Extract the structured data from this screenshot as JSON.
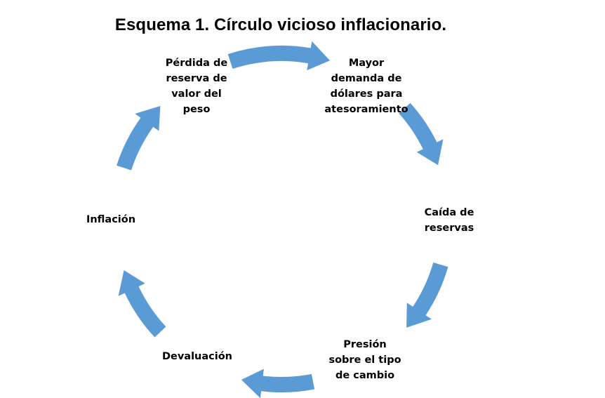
{
  "title": "Esquema 1. Círculo vicioso inflacionario.",
  "accent_color": "#5B9BD5",
  "nodes": [
    {
      "id": "perdida",
      "label": "Pérdida de\nreserva de\nvalor del\npeso"
    },
    {
      "id": "demanda",
      "label": "Mayor\ndemanda de\ndólares para\natesoramiento"
    },
    {
      "id": "caida",
      "label": "Caída de\nreservas"
    },
    {
      "id": "presion",
      "label": "Presión\nsobre el tipo\nde cambio"
    },
    {
      "id": "devaluacion",
      "label": "Devaluación"
    },
    {
      "id": "inflacion",
      "label": "Inflación"
    }
  ],
  "edges": [
    {
      "from": "perdida",
      "to": "demanda"
    },
    {
      "from": "demanda",
      "to": "caida"
    },
    {
      "from": "caida",
      "to": "presion"
    },
    {
      "from": "presion",
      "to": "devaluacion"
    },
    {
      "from": "devaluacion",
      "to": "inflacion"
    },
    {
      "from": "inflacion",
      "to": "perdida"
    }
  ]
}
